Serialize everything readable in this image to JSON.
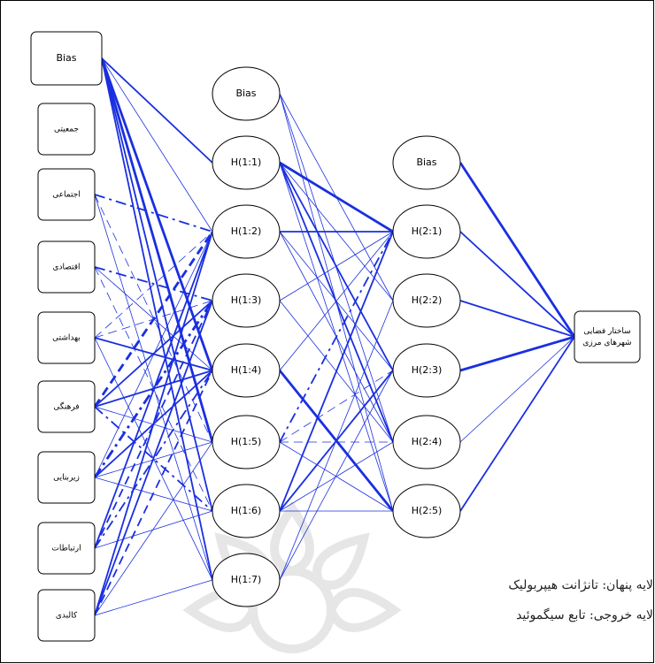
{
  "input_nodes": [
    {
      "id": "in0",
      "label": "Bias"
    },
    {
      "id": "in1",
      "label": "جمعیتی"
    },
    {
      "id": "in2",
      "label": "اجتماعی"
    },
    {
      "id": "in3",
      "label": "اقتصادی"
    },
    {
      "id": "in4",
      "label": "بهداشتی"
    },
    {
      "id": "in5",
      "label": "فرهنگی"
    },
    {
      "id": "in6",
      "label": "زیربنایی"
    },
    {
      "id": "in7",
      "label": "ارتباطات"
    },
    {
      "id": "in8",
      "label": "کالبدی"
    }
  ],
  "hidden1_nodes": [
    {
      "id": "h0",
      "label": "Bias"
    },
    {
      "id": "h1",
      "label": "H(1:1)"
    },
    {
      "id": "h2",
      "label": "H(1:2)"
    },
    {
      "id": "h3",
      "label": "H(1:3)"
    },
    {
      "id": "h4",
      "label": "H(1:4)"
    },
    {
      "id": "h5",
      "label": "H(1:5)"
    },
    {
      "id": "h6",
      "label": "H(1:6)"
    },
    {
      "id": "h7",
      "label": "H(1:7)"
    }
  ],
  "hidden2_nodes": [
    {
      "id": "g0",
      "label": "Bias"
    },
    {
      "id": "g1",
      "label": "H(2:1)"
    },
    {
      "id": "g2",
      "label": "H(2:2)"
    },
    {
      "id": "g3",
      "label": "H(2:3)"
    },
    {
      "id": "g4",
      "label": "H(2:4)"
    },
    {
      "id": "g5",
      "label": "H(2:5)"
    }
  ],
  "output_node": {
    "id": "out",
    "label_line1": "ساختار فضایی",
    "label_line2": "شهرهای مرزی"
  },
  "legend": {
    "hidden_layer": "لایه پنهان: تانژانت هیپربولیک",
    "output_layer": "لایه خروجی: تابع سیگموئید"
  },
  "edges": [
    {
      "from": "in0",
      "to": "h1",
      "w": 2
    },
    {
      "from": "in0",
      "to": "h2",
      "w": 1
    },
    {
      "from": "in0",
      "to": "h4",
      "w": 3
    },
    {
      "from": "in0",
      "to": "h5",
      "w": 3
    },
    {
      "from": "in0",
      "to": "h6",
      "w": 2
    },
    {
      "from": "in0",
      "to": "h7",
      "w": 2
    },
    {
      "from": "in2",
      "to": "h2",
      "w": 2,
      "dash": "dashdot"
    },
    {
      "from": "in2",
      "to": "h5",
      "w": 1,
      "dash": "dash"
    },
    {
      "from": "in2",
      "to": "h7",
      "w": 1
    },
    {
      "from": "in3",
      "to": "h3",
      "w": 2,
      "dash": "dashdot"
    },
    {
      "from": "in3",
      "to": "h4",
      "w": 1
    },
    {
      "from": "in3",
      "to": "h6",
      "w": 1,
      "dash": "dash"
    },
    {
      "from": "in4",
      "to": "h4",
      "w": 2
    },
    {
      "from": "in4",
      "to": "h3",
      "w": 1,
      "dash": "dash"
    },
    {
      "from": "in4",
      "to": "h7",
      "w": 1
    },
    {
      "from": "in4",
      "to": "h2",
      "w": 1,
      "dash": "dash"
    },
    {
      "from": "in5",
      "to": "h2",
      "w": 3,
      "dash": "dash"
    },
    {
      "from": "in5",
      "to": "h3",
      "w": 2
    },
    {
      "from": "in5",
      "to": "h4",
      "w": 2
    },
    {
      "from": "in5",
      "to": "h5",
      "w": 1
    },
    {
      "from": "in5",
      "to": "h6",
      "w": 2,
      "dash": "dashdot"
    },
    {
      "from": "in6",
      "to": "h3",
      "w": 3,
      "dash": "dashdot"
    },
    {
      "from": "in6",
      "to": "h4",
      "w": 2
    },
    {
      "from": "in6",
      "to": "h5",
      "w": 1
    },
    {
      "from": "in6",
      "to": "h6",
      "w": 1
    },
    {
      "from": "in6",
      "to": "h2",
      "w": 1
    },
    {
      "from": "in7",
      "to": "h3",
      "w": 2,
      "dash": "dash"
    },
    {
      "from": "in7",
      "to": "h6",
      "w": 1
    },
    {
      "from": "in7",
      "to": "h4",
      "w": 2,
      "dash": "dashdot"
    },
    {
      "from": "in7",
      "to": "h2",
      "w": 2
    },
    {
      "from": "in8",
      "to": "h2",
      "w": 2
    },
    {
      "from": "in8",
      "to": "h3",
      "w": 2
    },
    {
      "from": "in8",
      "to": "h4",
      "w": 2,
      "dash": "dash"
    },
    {
      "from": "in8",
      "to": "h5",
      "w": 1
    },
    {
      "from": "in8",
      "to": "h7",
      "w": 1
    },
    {
      "from": "h0",
      "to": "g2",
      "w": 1
    },
    {
      "from": "h0",
      "to": "g4",
      "w": 1
    },
    {
      "from": "h0",
      "to": "g5",
      "w": 1
    },
    {
      "from": "h1",
      "to": "g1",
      "w": 3
    },
    {
      "from": "h1",
      "to": "g2",
      "w": 1
    },
    {
      "from": "h1",
      "to": "g3",
      "w": 2
    },
    {
      "from": "h1",
      "to": "g4",
      "w": 2
    },
    {
      "from": "h1",
      "to": "g5",
      "w": 1
    },
    {
      "from": "h2",
      "to": "g1",
      "w": 2
    },
    {
      "from": "h2",
      "to": "g3",
      "w": 1
    },
    {
      "from": "h2",
      "to": "g4",
      "w": 1
    },
    {
      "from": "h3",
      "to": "g1",
      "w": 1
    },
    {
      "from": "h3",
      "to": "g4",
      "w": 1
    },
    {
      "from": "h4",
      "to": "g1",
      "w": 1
    },
    {
      "from": "h4",
      "to": "g5",
      "w": 3
    },
    {
      "from": "h5",
      "to": "g1",
      "w": 2,
      "dash": "dashdot"
    },
    {
      "from": "h5",
      "to": "g3",
      "w": 1,
      "dash": "dash"
    },
    {
      "from": "h5",
      "to": "g4",
      "w": 1,
      "dash": "dash"
    },
    {
      "from": "h5",
      "to": "g5",
      "w": 1
    },
    {
      "from": "h6",
      "to": "g1",
      "w": 2
    },
    {
      "from": "h6",
      "to": "g3",
      "w": 2
    },
    {
      "from": "h6",
      "to": "g4",
      "w": 1
    },
    {
      "from": "h6",
      "to": "g5",
      "w": 1
    },
    {
      "from": "h7",
      "to": "g3",
      "w": 1
    },
    {
      "from": "h7",
      "to": "g2",
      "w": 1
    },
    {
      "from": "g0",
      "to": "out",
      "w": 3
    },
    {
      "from": "g1",
      "to": "out",
      "w": 2
    },
    {
      "from": "g2",
      "to": "out",
      "w": 2
    },
    {
      "from": "g3",
      "to": "out",
      "w": 3
    },
    {
      "from": "g4",
      "to": "out",
      "w": 1
    },
    {
      "from": "g5",
      "to": "out",
      "w": 2
    }
  ],
  "colors": {
    "edge": "#1a2fe0",
    "node_border": "#000000",
    "node_fill": "#ffffff",
    "watermark": "#e6e6e6"
  }
}
